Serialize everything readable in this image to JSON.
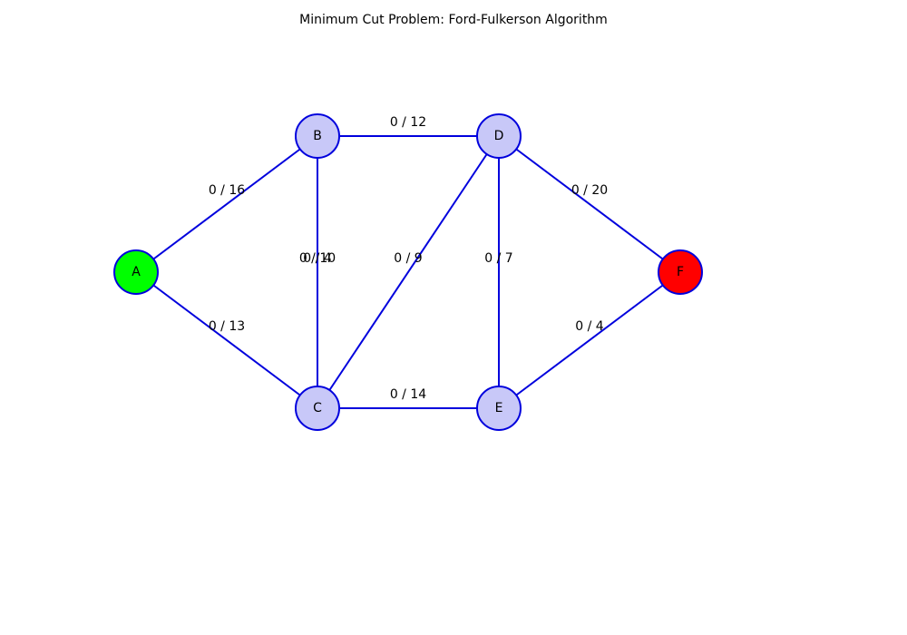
{
  "title": "Minimum Cut Problem: Ford-Fulkerson Algorithm",
  "colors": {
    "edge": "#0000dd",
    "node_fill": "#c8c8f8",
    "node_stroke": "#0000dd",
    "source_fill": "#00ff00",
    "sink_fill": "#ff0000"
  },
  "nodes": [
    {
      "id": "A",
      "label": "A",
      "role": "source"
    },
    {
      "id": "B",
      "label": "B",
      "role": "normal"
    },
    {
      "id": "C",
      "label": "C",
      "role": "normal"
    },
    {
      "id": "D",
      "label": "D",
      "role": "normal"
    },
    {
      "id": "E",
      "label": "E",
      "role": "normal"
    },
    {
      "id": "F",
      "label": "F",
      "role": "sink"
    }
  ],
  "edges": [
    {
      "from": "A",
      "to": "B",
      "label": "0 / 16"
    },
    {
      "from": "A",
      "to": "C",
      "label": "0 / 13"
    },
    {
      "from": "B",
      "to": "C",
      "label": "0 / 10"
    },
    {
      "from": "C",
      "to": "B",
      "label": "0 / 4"
    },
    {
      "from": "B",
      "to": "D",
      "label": "0 / 12"
    },
    {
      "from": "C",
      "to": "D",
      "label": "0 / 9"
    },
    {
      "from": "C",
      "to": "E",
      "label": "0 / 14"
    },
    {
      "from": "D",
      "to": "E",
      "label": "0 / 7"
    },
    {
      "from": "D",
      "to": "F",
      "label": "0 / 20"
    },
    {
      "from": "E",
      "to": "F",
      "label": "0 / 4"
    }
  ]
}
